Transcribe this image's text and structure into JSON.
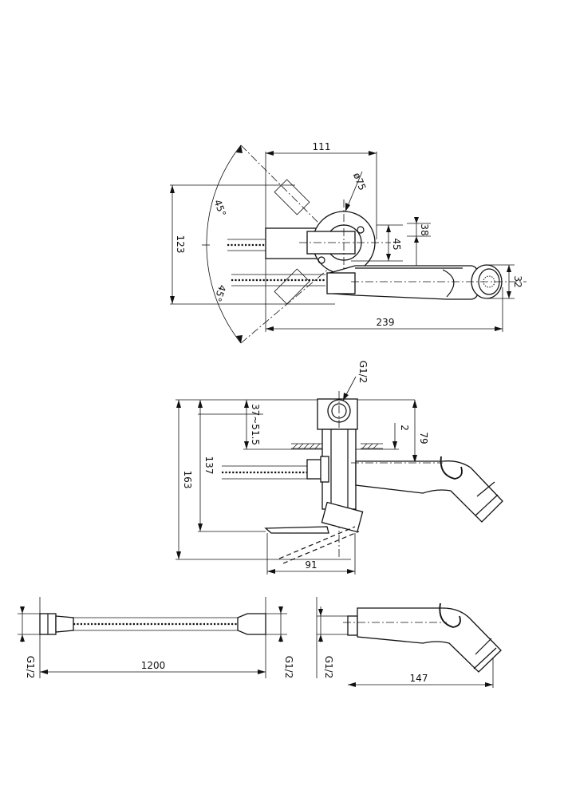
{
  "top_view": {
    "dim_width": "111",
    "dim_diameter": "ø75",
    "dim_height": "123",
    "angle_upper": "45°",
    "angle_lower": "45°",
    "dim_offset": "45",
    "dim_spout": "38",
    "dim_head": "32",
    "dim_total": "239"
  },
  "side_view": {
    "thread": "G1/2",
    "dim_adjust": "37~51.5",
    "dim_gap": "2",
    "dim_spout_h": "79",
    "dim_mid": "137",
    "dim_total_h": "163",
    "dim_depth": "91"
  },
  "hose_view": {
    "thread_left": "G1/2",
    "thread_right": "G1/2",
    "length": "1200"
  },
  "handset_view": {
    "thread": "G1/2",
    "length": "147"
  }
}
